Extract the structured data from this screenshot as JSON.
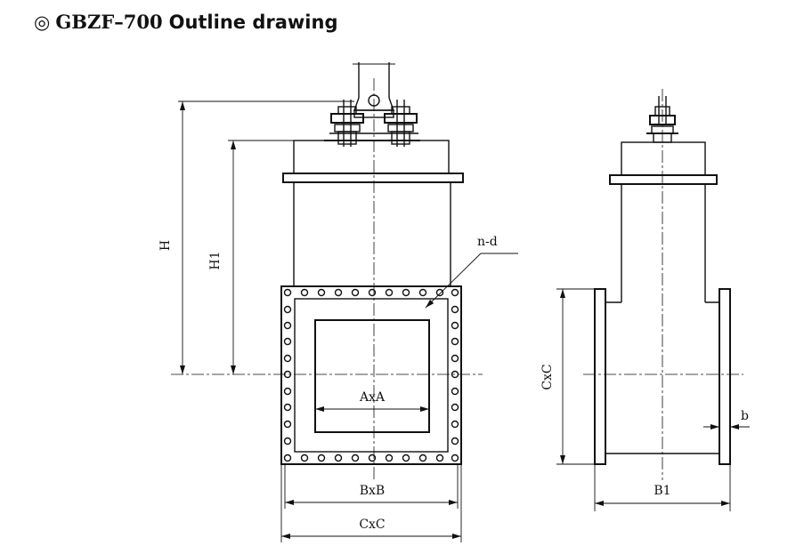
{
  "title": {
    "symbol": "◎",
    "model": "GBZF–700",
    "text": "Outline drawing"
  },
  "labels": {
    "h": "H",
    "h1": "H1",
    "nd": "n-d",
    "axa": "AxA",
    "bxb": "BxB",
    "cxc_front": "CxC",
    "cxc_side": "CxC",
    "b1": "B1",
    "b": "b"
  }
}
